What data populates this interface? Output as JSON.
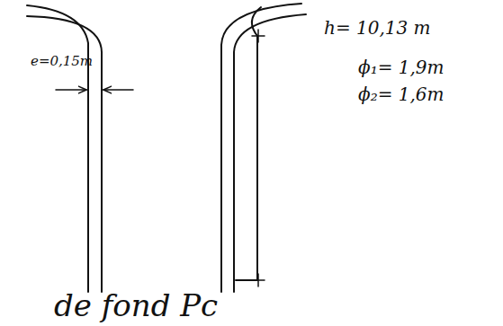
{
  "diagram": {
    "labels": [
      "e=0,15m",
      "h= 10,13 m",
      "ϕ₁= 1,9m",
      "ϕ₂= 1,6m",
      "de fond Pc"
    ]
  }
}
